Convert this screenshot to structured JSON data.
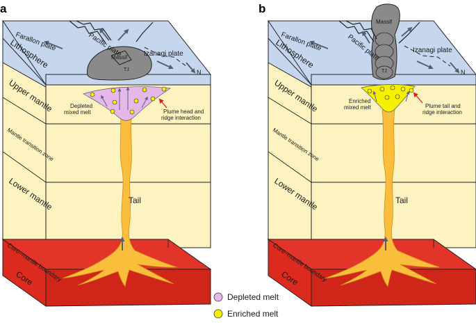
{
  "panels": {
    "a": {
      "letter": "a",
      "plates": {
        "farallon": "Farallon plate",
        "pacific": "Pacific plate",
        "izanagi": "Izanagi plate"
      },
      "massif": "Massif",
      "tj": "TJ",
      "north": "N",
      "layers": {
        "lithosphere": "Lithosphere",
        "upper_mantle": "Upper mantle",
        "transition_zone": "Mantle transition zone",
        "lower_mantle": "Lower mantle",
        "cmb": "Core–mantle boundary",
        "core": "Core"
      },
      "melt_label": "Depleted\nmixed melt",
      "interaction_label": "Plume head and\nridge interaction",
      "tail": "Tail"
    },
    "b": {
      "letter": "b",
      "plates": {
        "farallon": "Farallon plate",
        "pacific": "Pacific plate",
        "izanagi": "Izanagi plate"
      },
      "massif": "Massif",
      "tj": "TJ",
      "north": "N",
      "layers": {
        "lithosphere": "Lithosphere",
        "upper_mantle": "Upper mantle",
        "transition_zone": "Mantle transition zone",
        "lower_mantle": "Lower mantle",
        "cmb": "Core–mantle boundary",
        "core": "Core"
      },
      "melt_label": "Enriched\nmixed melt",
      "interaction_label": "Plume tail and\nridge interaction",
      "tail": "Tail"
    }
  },
  "legend": {
    "depleted": {
      "label": "Depleted melt",
      "color": "#e6b8ea"
    },
    "enriched": {
      "label": "Enriched melt",
      "color": "#f5f000"
    }
  },
  "colors": {
    "lithosphere": "#c5d6ee",
    "mantle": "#fdf3c0",
    "core": "#e02b20",
    "plume": "#fbbd3c",
    "massif": "#8a8a8a",
    "arrow": "#55606e",
    "red_arrow": "#e41a1c"
  }
}
